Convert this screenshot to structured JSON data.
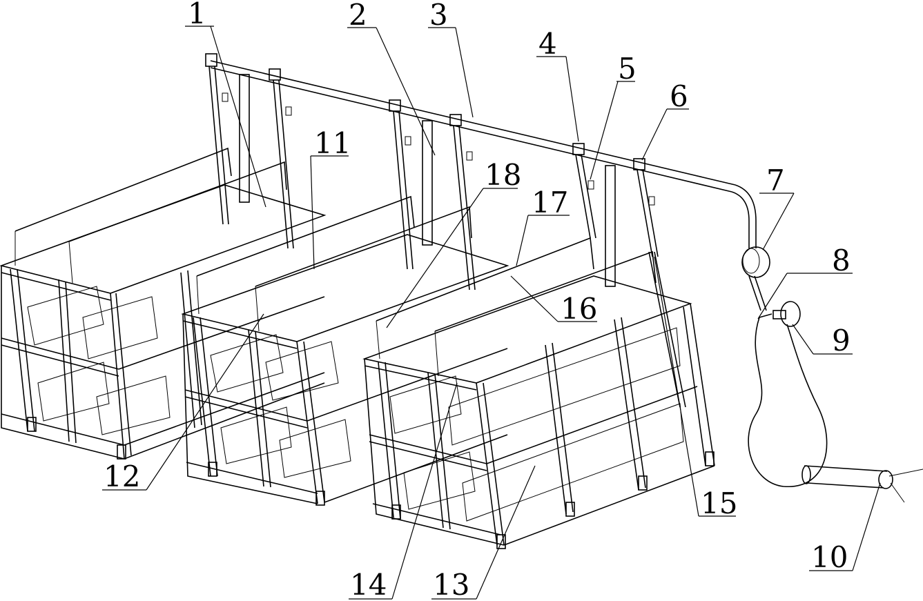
{
  "figure": {
    "labels": [
      {
        "id": "l1",
        "text": "1"
      },
      {
        "id": "l2",
        "text": "2"
      },
      {
        "id": "l3",
        "text": "3"
      },
      {
        "id": "l4",
        "text": "4"
      },
      {
        "id": "l5",
        "text": "5"
      },
      {
        "id": "l6",
        "text": "6"
      },
      {
        "id": "l7",
        "text": "7"
      },
      {
        "id": "l8",
        "text": "8"
      },
      {
        "id": "l9",
        "text": "9"
      },
      {
        "id": "l10",
        "text": "10"
      },
      {
        "id": "l11",
        "text": "11"
      },
      {
        "id": "l12",
        "text": "12"
      },
      {
        "id": "l13",
        "text": "13"
      },
      {
        "id": "l14",
        "text": "14"
      },
      {
        "id": "l15",
        "text": "15"
      },
      {
        "id": "l16",
        "text": "16"
      },
      {
        "id": "l17",
        "text": "17"
      },
      {
        "id": "l18",
        "text": "18"
      }
    ]
  }
}
